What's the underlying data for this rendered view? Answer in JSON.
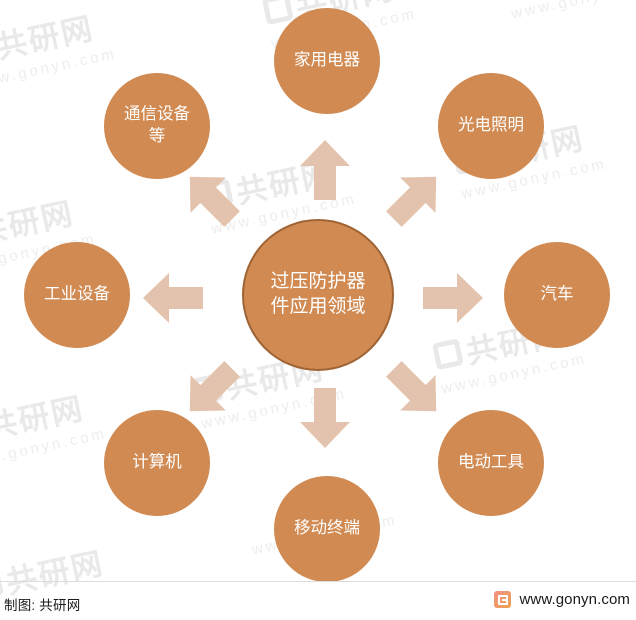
{
  "diagram": {
    "center": {
      "label": "过压防护器件应用领域",
      "color": "#d08a52",
      "border_color": "#9e6435"
    },
    "arrow_color": "#e3c3ae",
    "node_color": "#d08a52",
    "satellites": [
      {
        "id": "top",
        "label": "家用电器",
        "icon": "arrow-up-icon",
        "arrow": "up"
      },
      {
        "id": "top-right",
        "label": "光电照明",
        "icon": "arrow-up-right-icon",
        "arrow": "up-right"
      },
      {
        "id": "right",
        "label": "汽车",
        "icon": "arrow-right-icon",
        "arrow": "right"
      },
      {
        "id": "bottom-right",
        "label": "电动工具",
        "icon": "arrow-down-right-icon",
        "arrow": "down-right"
      },
      {
        "id": "bottom",
        "label": "移动终端",
        "icon": "arrow-down-icon",
        "arrow": "down"
      },
      {
        "id": "bottom-left",
        "label": "计算机",
        "icon": "arrow-down-left-icon",
        "arrow": "down-left"
      },
      {
        "id": "left",
        "label": "工业设备",
        "icon": "arrow-left-icon",
        "arrow": "left"
      },
      {
        "id": "top-left",
        "label": "通信设备等",
        "icon": "arrow-up-left-icon",
        "arrow": "up-left"
      }
    ]
  },
  "watermark": {
    "brand": "共研网",
    "url": "www.gonyn.com"
  },
  "footer": {
    "credit": "制图: 共研网",
    "url": "www.gonyn.com",
    "logo_icon": "gonyn-logo-icon"
  }
}
